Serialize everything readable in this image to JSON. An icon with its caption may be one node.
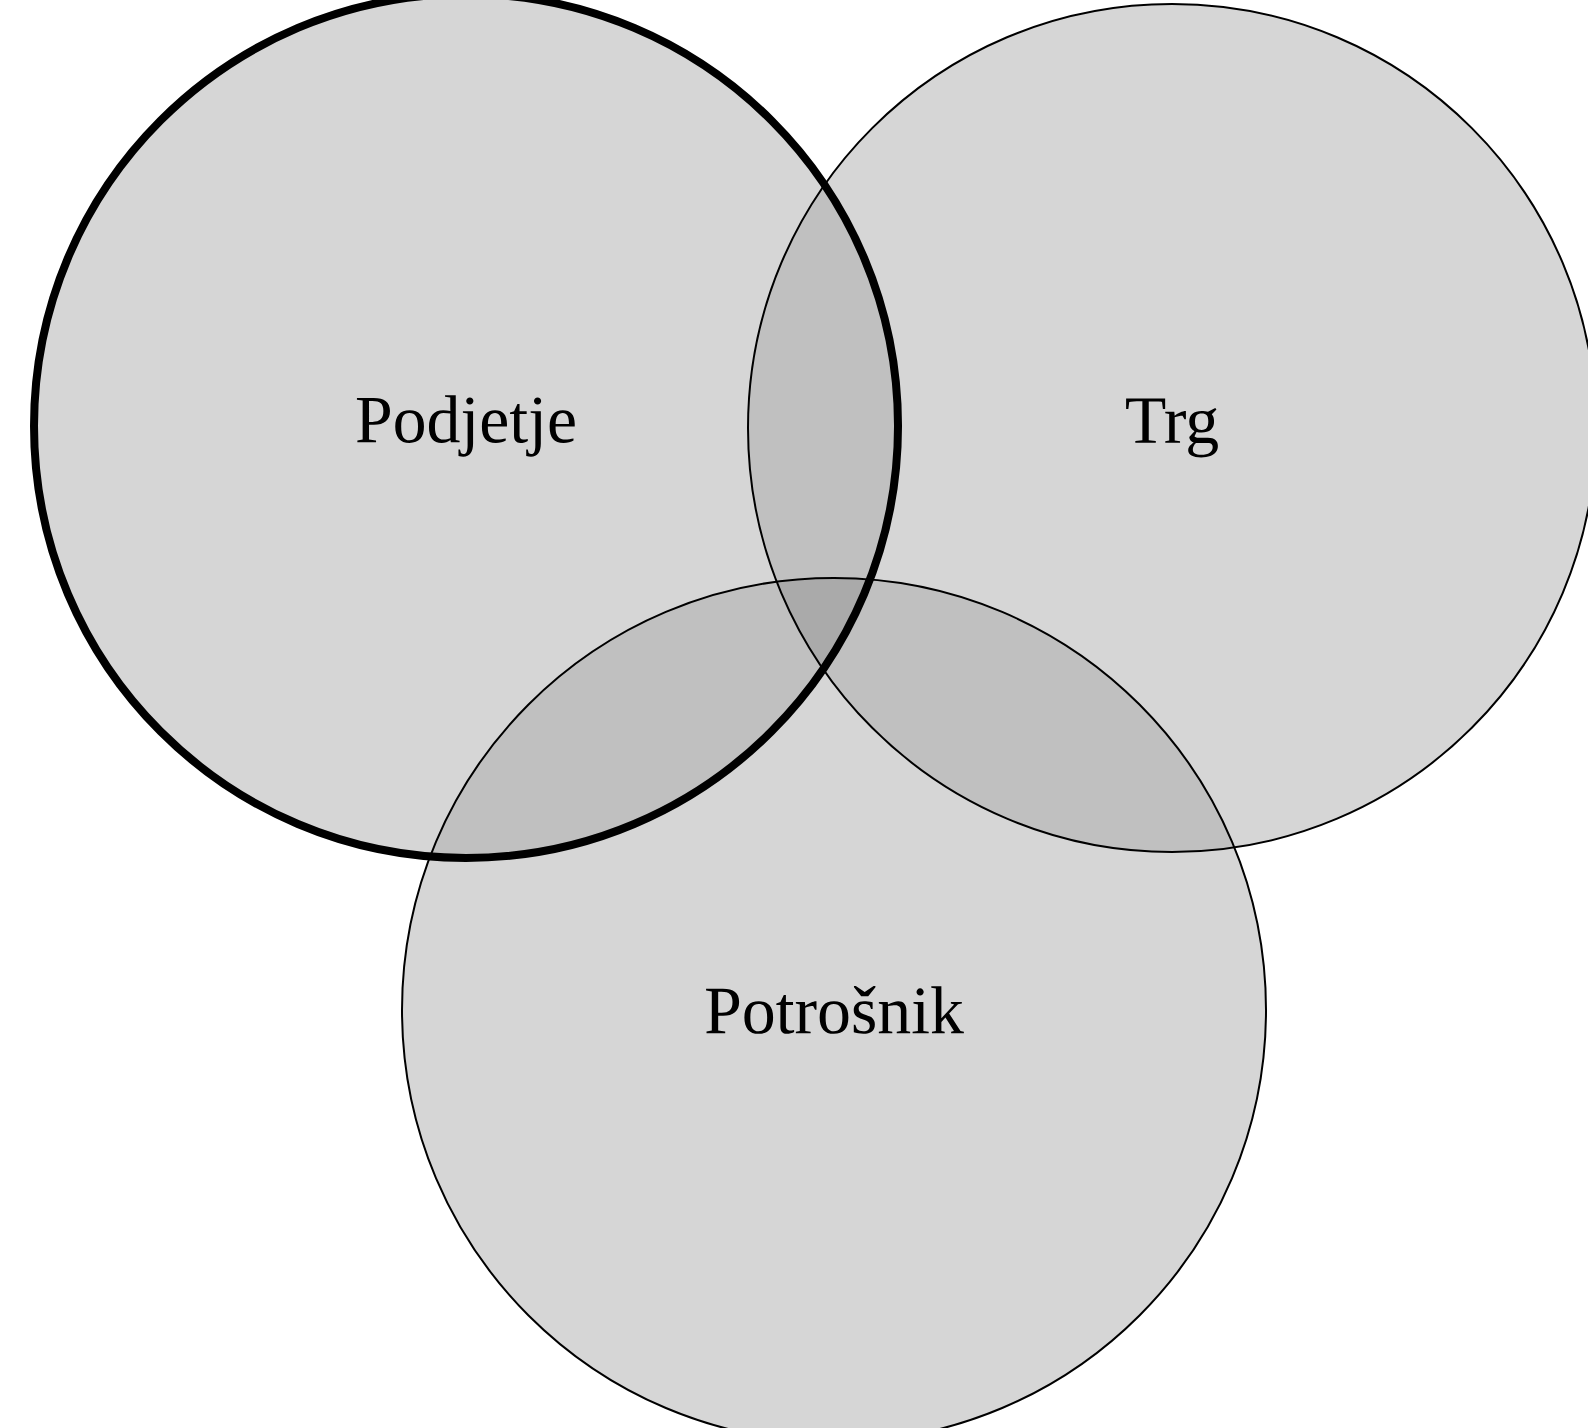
{
  "diagram": {
    "nodes": [
      {
        "text": [
          "Podjetje"
        ]
      },
      {
        "text": [
          "Trg"
        ]
      },
      {
        "text": [
          "Potrošnik"
        ]
      }
    ]
  }
}
